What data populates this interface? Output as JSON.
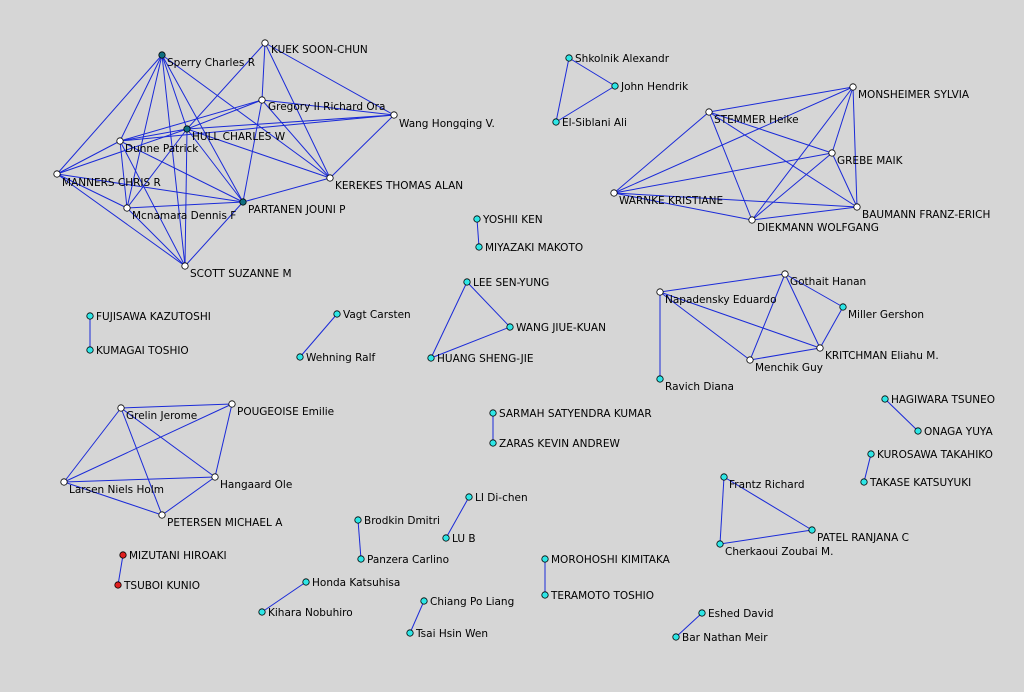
{
  "colors": {
    "background": "#d6d6d6",
    "edge": "#1a2ad8",
    "node_outline": "#000000",
    "node_styles": {
      "white": "#ffffff",
      "cyan": "#2ee6e6",
      "teal": "#0f6e80",
      "red": "#e02020"
    }
  },
  "nodes": [
    {
      "id": "sperry",
      "label": "Sperry Charles R",
      "style": "teal"
    },
    {
      "id": "kuek",
      "label": "KUEK SOON-CHUN",
      "style": "white"
    },
    {
      "id": "gregory",
      "label": "Gregory II Richard Ora",
      "style": "white"
    },
    {
      "id": "wang_h",
      "label": "Wang Hongqing V.",
      "style": "white"
    },
    {
      "id": "hull",
      "label": "HULL CHARLES W",
      "style": "teal"
    },
    {
      "id": "dunne",
      "label": "Dunne Patrick",
      "style": "white"
    },
    {
      "id": "manners",
      "label": "MANNERS CHRIS R",
      "style": "white"
    },
    {
      "id": "kerekes",
      "label": "KEREKES THOMAS ALAN",
      "style": "white"
    },
    {
      "id": "partanen",
      "label": "PARTANEN JOUNI P",
      "style": "teal"
    },
    {
      "id": "mcnamara",
      "label": "Mcnamara Dennis F",
      "style": "white"
    },
    {
      "id": "scott",
      "label": "SCOTT SUZANNE M",
      "style": "white"
    },
    {
      "id": "shkolnik",
      "label": "Shkolnik Alexandr",
      "style": "cyan"
    },
    {
      "id": "hendrik",
      "label": "John Hendrik",
      "style": "cyan"
    },
    {
      "id": "elsiblani",
      "label": "El-Siblani Ali",
      "style": "cyan"
    },
    {
      "id": "stemmer",
      "label": "STEMMER Heike",
      "style": "white"
    },
    {
      "id": "monsheimer",
      "label": "MONSHEIMER SYLVIA",
      "style": "white"
    },
    {
      "id": "grebe",
      "label": "GREBE MAIK",
      "style": "white"
    },
    {
      "id": "warnke",
      "label": "WARNKE KRISTIANE",
      "style": "white"
    },
    {
      "id": "baumann",
      "label": "BAUMANN FRANZ-ERICH",
      "style": "white"
    },
    {
      "id": "diekmann",
      "label": "DIEKMANN WOLFGANG",
      "style": "white"
    },
    {
      "id": "yoshii",
      "label": "YOSHII KEN",
      "style": "cyan"
    },
    {
      "id": "miyazaki",
      "label": "MIYAZAKI MAKOTO",
      "style": "cyan"
    },
    {
      "id": "lee",
      "label": "LEE SEN-YUNG",
      "style": "cyan"
    },
    {
      "id": "wangj",
      "label": "WANG JIUE-KUAN",
      "style": "cyan"
    },
    {
      "id": "huang",
      "label": "HUANG SHENG-JIE",
      "style": "cyan"
    },
    {
      "id": "fujisawa",
      "label": "FUJISAWA KAZUTOSHI",
      "style": "cyan"
    },
    {
      "id": "kumagai",
      "label": "KUMAGAI TOSHIO",
      "style": "cyan"
    },
    {
      "id": "vagt",
      "label": "Vagt Carsten",
      "style": "cyan"
    },
    {
      "id": "wehning",
      "label": "Wehning Ralf",
      "style": "cyan"
    },
    {
      "id": "napadensky",
      "label": "Napadensky Eduardo",
      "style": "white"
    },
    {
      "id": "gothait",
      "label": "Gothait Hanan",
      "style": "white"
    },
    {
      "id": "miller",
      "label": "Miller Gershon",
      "style": "cyan"
    },
    {
      "id": "kritchman",
      "label": "KRITCHMAN Eliahu M.",
      "style": "white"
    },
    {
      "id": "menchik",
      "label": "Menchik Guy",
      "style": "white"
    },
    {
      "id": "ravich",
      "label": "Ravich Diana",
      "style": "cyan"
    },
    {
      "id": "grelin",
      "label": "Grelin Jerome",
      "style": "white"
    },
    {
      "id": "pougeoise",
      "label": "POUGEOISE Emilie",
      "style": "white"
    },
    {
      "id": "hangaard",
      "label": "Hangaard Ole",
      "style": "white"
    },
    {
      "id": "larsen",
      "label": "Larsen Niels Holm",
      "style": "white"
    },
    {
      "id": "petersen",
      "label": "PETERSEN MICHAEL A",
      "style": "white"
    },
    {
      "id": "sarmah",
      "label": "SARMAH SATYENDRA KUMAR",
      "style": "cyan"
    },
    {
      "id": "zaras",
      "label": "ZARAS KEVIN ANDREW",
      "style": "cyan"
    },
    {
      "id": "hagiwara",
      "label": "HAGIWARA TSUNEO",
      "style": "cyan"
    },
    {
      "id": "onaga",
      "label": "ONAGA YUYA",
      "style": "cyan"
    },
    {
      "id": "kurosawa",
      "label": "KUROSAWA TAKAHIKO",
      "style": "cyan"
    },
    {
      "id": "takase",
      "label": "TAKASE KATSUYUKI",
      "style": "cyan"
    },
    {
      "id": "frantz",
      "label": "Frantz Richard",
      "style": "cyan"
    },
    {
      "id": "patel",
      "label": "PATEL RANJANA C",
      "style": "cyan"
    },
    {
      "id": "cherkaoui",
      "label": "Cherkaoui Zoubai M.",
      "style": "cyan"
    },
    {
      "id": "lidichen",
      "label": "LI Di-chen",
      "style": "cyan"
    },
    {
      "id": "lub",
      "label": "LU B",
      "style": "cyan"
    },
    {
      "id": "brodkin",
      "label": "Brodkin Dmitri",
      "style": "cyan"
    },
    {
      "id": "panzera",
      "label": "Panzera Carlino",
      "style": "cyan"
    },
    {
      "id": "mizutani",
      "label": "MIZUTANI HIROAKI",
      "style": "red"
    },
    {
      "id": "tsuboi",
      "label": "TSUBOI KUNIO",
      "style": "red"
    },
    {
      "id": "honda",
      "label": "Honda Katsuhisa",
      "style": "cyan"
    },
    {
      "id": "kihara",
      "label": "Kihara Nobuhiro",
      "style": "cyan"
    },
    {
      "id": "chiang",
      "label": "Chiang Po Liang",
      "style": "cyan"
    },
    {
      "id": "tsai",
      "label": "Tsai Hsin Wen",
      "style": "cyan"
    },
    {
      "id": "morohoshi",
      "label": "MOROHOSHI KIMITAKA",
      "style": "cyan"
    },
    {
      "id": "teramoto",
      "label": "TERAMOTO TOSHIO",
      "style": "cyan"
    },
    {
      "id": "eshed",
      "label": "Eshed David",
      "style": "cyan"
    },
    {
      "id": "barnathan",
      "label": "Bar Nathan Meir",
      "style": "cyan"
    }
  ],
  "edges": [
    [
      "sperry",
      "dunne"
    ],
    [
      "sperry",
      "manners"
    ],
    [
      "sperry",
      "mcnamara"
    ],
    [
      "sperry",
      "scott"
    ],
    [
      "sperry",
      "partanen"
    ],
    [
      "sperry",
      "hull"
    ],
    [
      "sperry",
      "kerekes"
    ],
    [
      "kuek",
      "gregory"
    ],
    [
      "kuek",
      "hull"
    ],
    [
      "kuek",
      "kerekes"
    ],
    [
      "kuek",
      "wang_h"
    ],
    [
      "gregory",
      "dunne"
    ],
    [
      "gregory",
      "hull"
    ],
    [
      "gregory",
      "kerekes"
    ],
    [
      "gregory",
      "wang_h"
    ],
    [
      "gregory",
      "partanen"
    ],
    [
      "wang_h",
      "dunne"
    ],
    [
      "wang_h",
      "kerekes"
    ],
    [
      "wang_h",
      "hull"
    ],
    [
      "hull",
      "dunne"
    ],
    [
      "hull",
      "manners"
    ],
    [
      "hull",
      "mcnamara"
    ],
    [
      "hull",
      "scott"
    ],
    [
      "hull",
      "partanen"
    ],
    [
      "hull",
      "kerekes"
    ],
    [
      "dunne",
      "manners"
    ],
    [
      "dunne",
      "mcnamara"
    ],
    [
      "dunne",
      "partanen"
    ],
    [
      "dunne",
      "scott"
    ],
    [
      "manners",
      "mcnamara"
    ],
    [
      "manners",
      "partanen"
    ],
    [
      "manners",
      "scott"
    ],
    [
      "mcnamara",
      "partanen"
    ],
    [
      "mcnamara",
      "scott"
    ],
    [
      "partanen",
      "scott"
    ],
    [
      "partanen",
      "kerekes"
    ],
    [
      "shkolnik",
      "elsiblani"
    ],
    [
      "shkolnik",
      "hendrik"
    ],
    [
      "hendrik",
      "elsiblani"
    ],
    [
      "stemmer",
      "monsheimer"
    ],
    [
      "stemmer",
      "warnke"
    ],
    [
      "stemmer",
      "grebe"
    ],
    [
      "stemmer",
      "baumann"
    ],
    [
      "stemmer",
      "diekmann"
    ],
    [
      "monsheimer",
      "warnke"
    ],
    [
      "monsheimer",
      "grebe"
    ],
    [
      "monsheimer",
      "baumann"
    ],
    [
      "monsheimer",
      "diekmann"
    ],
    [
      "grebe",
      "warnke"
    ],
    [
      "grebe",
      "baumann"
    ],
    [
      "grebe",
      "diekmann"
    ],
    [
      "warnke",
      "baumann"
    ],
    [
      "warnke",
      "diekmann"
    ],
    [
      "diekmann",
      "baumann"
    ],
    [
      "yoshii",
      "miyazaki"
    ],
    [
      "lee",
      "wangj"
    ],
    [
      "lee",
      "huang"
    ],
    [
      "wangj",
      "huang"
    ],
    [
      "fujisawa",
      "kumagai"
    ],
    [
      "vagt",
      "wehning"
    ],
    [
      "napadensky",
      "gothait"
    ],
    [
      "napadensky",
      "kritchman"
    ],
    [
      "napadensky",
      "menchik"
    ],
    [
      "napadensky",
      "ravich"
    ],
    [
      "gothait",
      "miller"
    ],
    [
      "gothait",
      "kritchman"
    ],
    [
      "gothait",
      "menchik"
    ],
    [
      "miller",
      "kritchman"
    ],
    [
      "menchik",
      "kritchman"
    ],
    [
      "grelin",
      "pougeoise"
    ],
    [
      "grelin",
      "hangaard"
    ],
    [
      "grelin",
      "larsen"
    ],
    [
      "grelin",
      "petersen"
    ],
    [
      "pougeoise",
      "hangaard"
    ],
    [
      "pougeoise",
      "larsen"
    ],
    [
      "larsen",
      "hangaard"
    ],
    [
      "larsen",
      "petersen"
    ],
    [
      "hangaard",
      "petersen"
    ],
    [
      "sarmah",
      "zaras"
    ],
    [
      "hagiwara",
      "onaga"
    ],
    [
      "kurosawa",
      "takase"
    ],
    [
      "frantz",
      "patel"
    ],
    [
      "frantz",
      "cherkaoui"
    ],
    [
      "patel",
      "cherkaoui"
    ],
    [
      "lidichen",
      "lub"
    ],
    [
      "brodkin",
      "panzera"
    ],
    [
      "mizutani",
      "tsuboi"
    ],
    [
      "honda",
      "kihara"
    ],
    [
      "chiang",
      "tsai"
    ],
    [
      "morohoshi",
      "teramoto"
    ],
    [
      "eshed",
      "barnathan"
    ]
  ]
}
